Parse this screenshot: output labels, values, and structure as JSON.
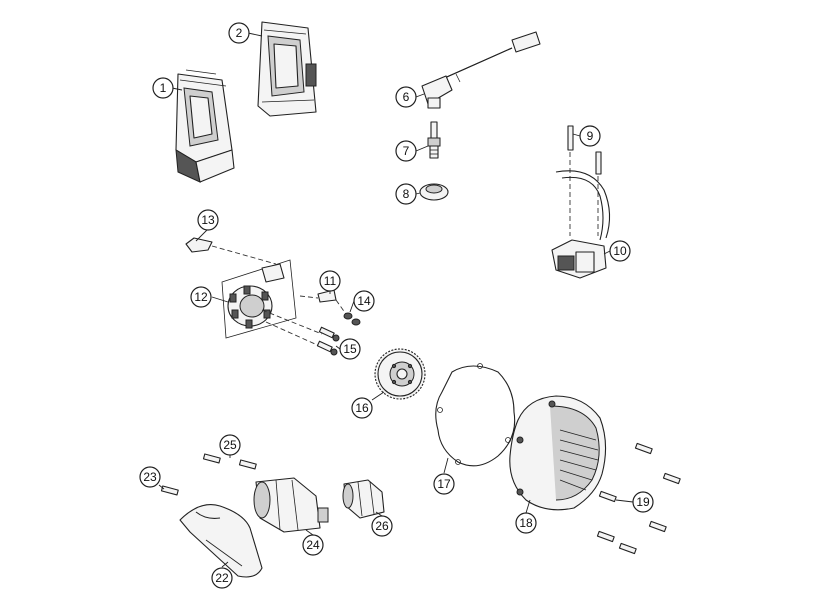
{
  "callouts": [
    {
      "id": "1",
      "label": "1"
    },
    {
      "id": "2",
      "label": "2"
    },
    {
      "id": "6",
      "label": "6"
    },
    {
      "id": "7",
      "label": "7"
    },
    {
      "id": "8",
      "label": "8"
    },
    {
      "id": "9",
      "label": "9"
    },
    {
      "id": "10",
      "label": "10"
    },
    {
      "id": "11",
      "label": "11"
    },
    {
      "id": "12",
      "label": "12"
    },
    {
      "id": "13",
      "label": "13"
    },
    {
      "id": "14",
      "label": "14"
    },
    {
      "id": "15",
      "label": "15"
    },
    {
      "id": "16",
      "label": "16"
    },
    {
      "id": "17",
      "label": "17"
    },
    {
      "id": "18",
      "label": "18"
    },
    {
      "id": "19",
      "label": "19"
    },
    {
      "id": "22",
      "label": "22"
    },
    {
      "id": "23",
      "label": "23"
    },
    {
      "id": "24",
      "label": "24"
    },
    {
      "id": "25",
      "label": "25"
    },
    {
      "id": "26",
      "label": "26"
    }
  ]
}
